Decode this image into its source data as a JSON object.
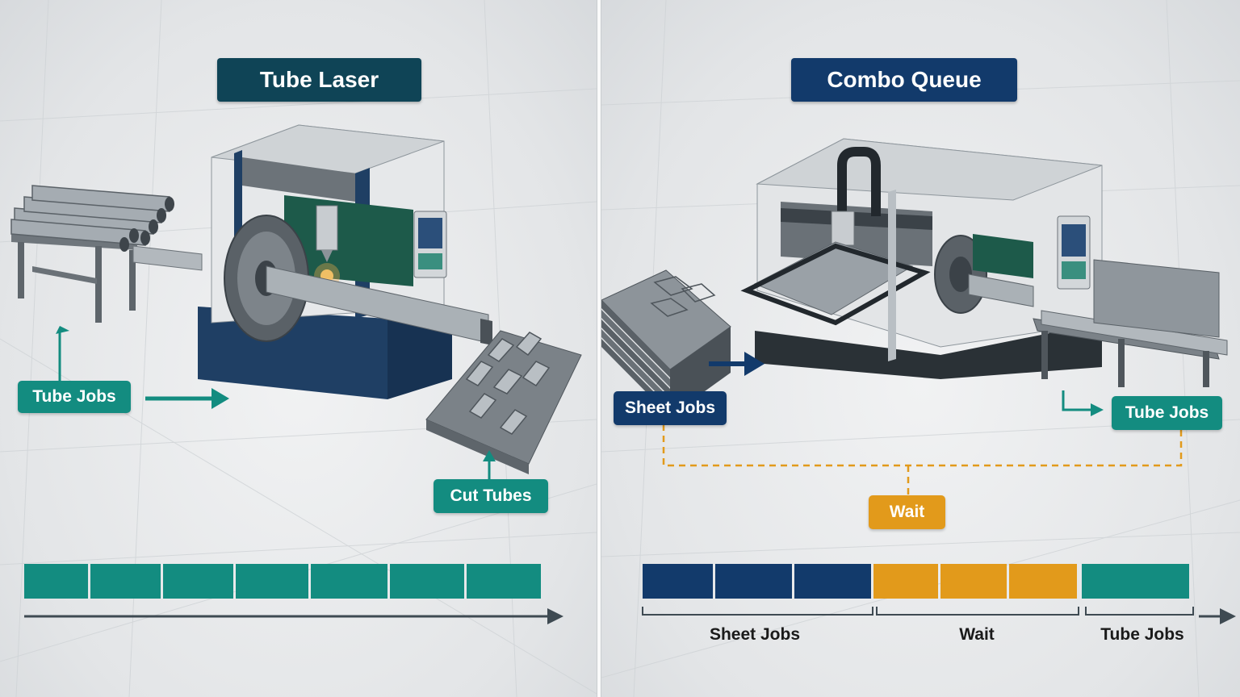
{
  "colors": {
    "teal": "#138c80",
    "navy": "#123a6b",
    "title_dark": "#0f4456",
    "amber": "#e29a1b",
    "steel": "#8b939a"
  },
  "left_panel": {
    "title": "Tube Laser",
    "input_label": "Tube Jobs",
    "output_label": "Cut Tubes",
    "timeline": {
      "segments": [
        "tube",
        "tube",
        "tube",
        "tube",
        "tube",
        "tube",
        "tube"
      ]
    }
  },
  "right_panel": {
    "title": "Combo Queue",
    "sheet_label": "Sheet Jobs",
    "tube_label": "Tube Jobs",
    "wait_label": "Wait",
    "timeline": {
      "segments": [
        "sheet",
        "sheet",
        "sheet",
        "wait",
        "wait",
        "wait",
        "tube",
        "tube"
      ],
      "groups": [
        {
          "label": "Sheet Jobs"
        },
        {
          "label": "Wait"
        },
        {
          "label": "Tube Jobs"
        }
      ]
    }
  }
}
